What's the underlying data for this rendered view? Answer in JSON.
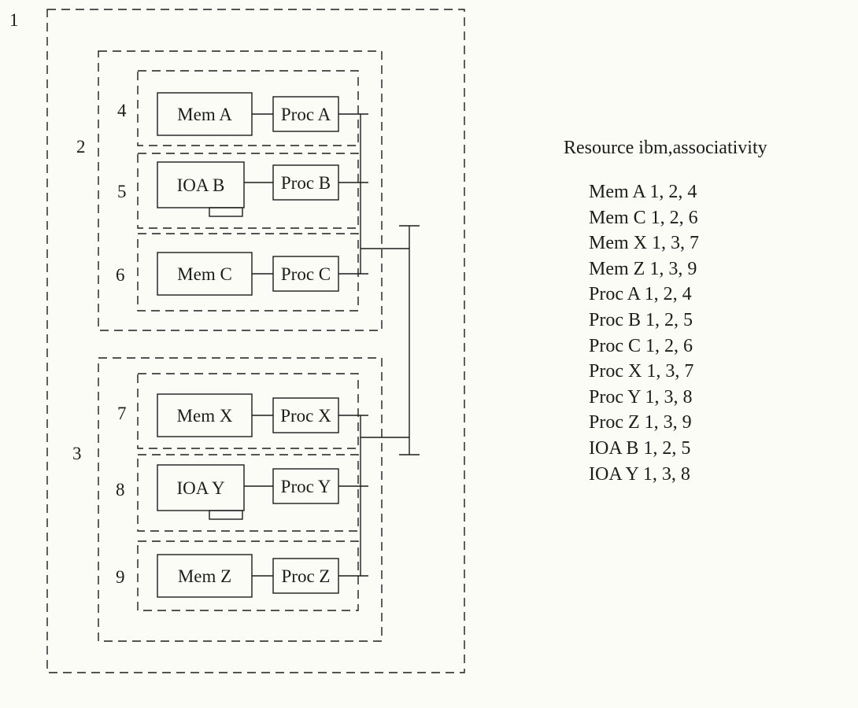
{
  "colors": {
    "ink": "#1c1c1c",
    "background": "#fcfcf6"
  },
  "diagram": {
    "node_labels": {
      "n1": "1",
      "n2": "2",
      "n3": "3",
      "n4": "4",
      "n5": "5",
      "n6": "6",
      "n7": "7",
      "n8": "8",
      "n9": "9"
    },
    "components": {
      "mem_a": "Mem A",
      "proc_a": "Proc A",
      "ioa_b": "IOA B",
      "proc_b": "Proc B",
      "mem_c": "Mem C",
      "proc_c": "Proc C",
      "mem_x": "Mem X",
      "proc_x": "Proc X",
      "ioa_y": "IOA Y",
      "proc_y": "Proc Y",
      "mem_z": "Mem Z",
      "proc_z": "Proc Z"
    }
  },
  "legend": {
    "title": "Resource ibm,associativity",
    "entries": [
      "Mem A 1, 2, 4",
      "Mem C 1, 2, 6",
      "Mem X 1, 3, 7",
      "Mem Z 1, 3, 9",
      "Proc A 1, 2, 4",
      "Proc B 1, 2, 5",
      "Proc C 1, 2, 6",
      "Proc X 1, 3, 7",
      "Proc Y 1, 3, 8",
      "Proc Z 1, 3, 9",
      "IOA B 1, 2, 5",
      "IOA Y 1, 3, 8"
    ]
  }
}
